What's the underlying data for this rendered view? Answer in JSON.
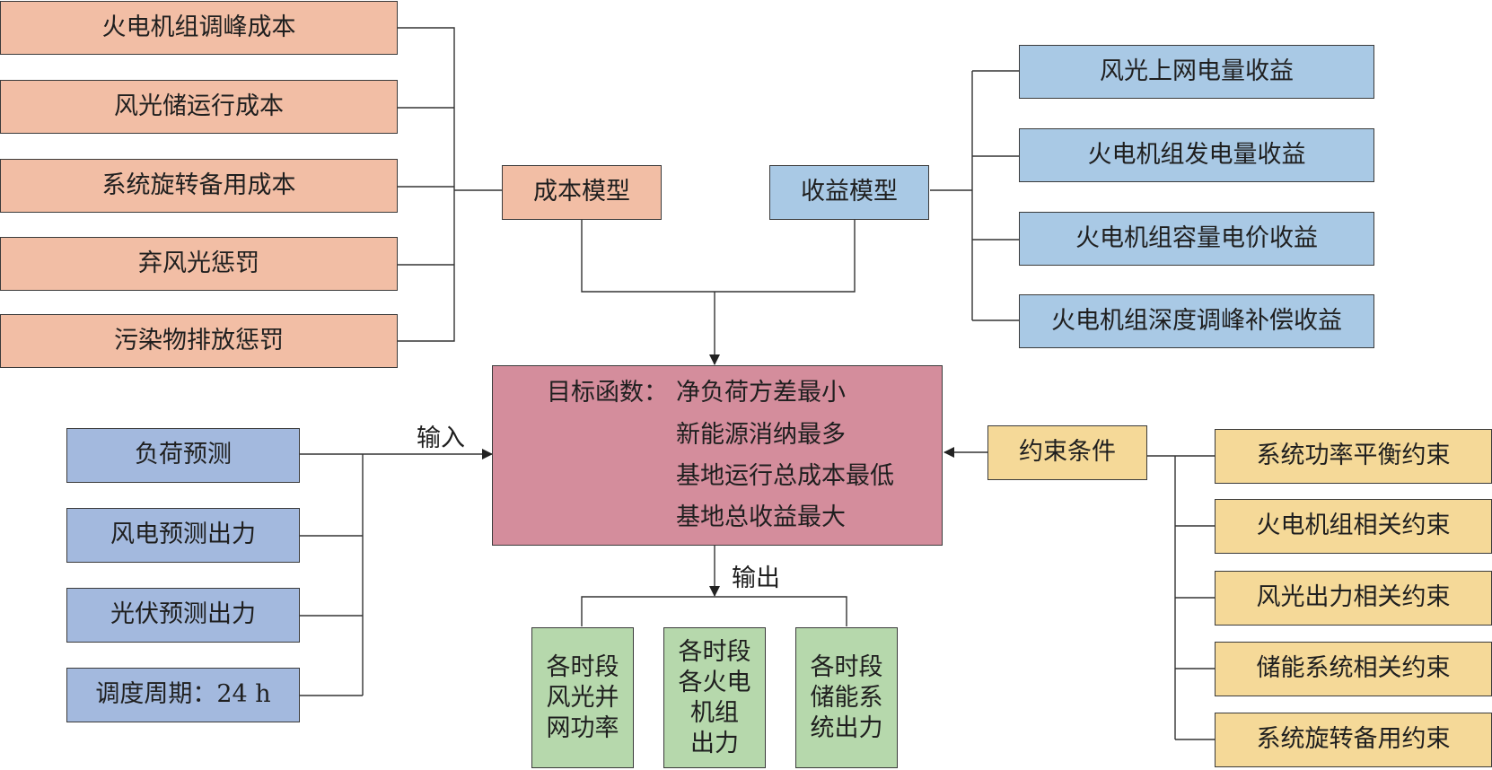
{
  "cost": {
    "model": "成本模型",
    "items": [
      "火电机组调峰成本",
      "风光储运行成本",
      "系统旋转备用成本",
      "弃风光惩罚",
      "污染物排放惩罚"
    ]
  },
  "revenue": {
    "model": "收益模型",
    "items": [
      "风光上网电量收益",
      "火电机组发电量收益",
      "火电机组容量电价收益",
      "火电机组深度调峰补偿收益"
    ]
  },
  "objective": {
    "prefix": "目标函数：",
    "items": [
      "净负荷方差最小",
      "新能源消纳最多",
      "基地运行总成本最低",
      "基地总收益最大"
    ]
  },
  "inputs": {
    "label": "输入",
    "items": [
      "负荷预测",
      "风电预测出力",
      "光伏预测出力",
      "调度周期：24 h"
    ]
  },
  "constraints": {
    "title": "约束条件",
    "items": [
      "系统功率平衡约束",
      "火电机组相关约束",
      "风光出力相关约束",
      "储能系统相关约束",
      "系统旋转备用约束"
    ]
  },
  "outputs": {
    "label": "输出",
    "items": [
      [
        "各时段",
        "风光并",
        "网功率"
      ],
      [
        "各时段",
        "各火电",
        "机组",
        "出力"
      ],
      [
        "各时段",
        "储能系",
        "统出力"
      ]
    ]
  }
}
